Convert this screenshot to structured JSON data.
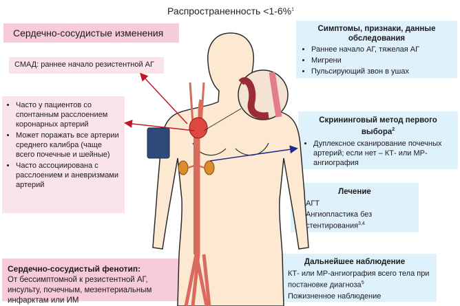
{
  "title": {
    "text": "Распространенность <1-6%",
    "sup": "1"
  },
  "cv_changes": {
    "label": "Сердечно-сосудистые изменения"
  },
  "smad": {
    "label": "СМАД: раннее начало резистентной АГ"
  },
  "left_list": {
    "items": [
      "Часто у пациентов со спонтанным расслоением коронарных артерий",
      "Может поражать все артерии среднего калибра (чаще всего почечные и шейные)",
      "Часто ассоциирована с расслоением и аневризмами артерий"
    ]
  },
  "phenotype": {
    "title": "Сердечно-сосудистый фенотип:",
    "text": "От бессимптомной к резистентной АГ, инсульту, почечным, мезентериальным инфарктам или ИМ"
  },
  "symptoms": {
    "title": "Симптомы, признаки, данные обследования",
    "items": [
      "Раннее начало АГ, тяжелая АГ",
      "Мигрени",
      "Пульсирующий звон в ушах"
    ]
  },
  "screening": {
    "title": "Скрининговый метод первого выбора",
    "title_sup": "2",
    "items": [
      "Дуплексное сканирование почечных артерий; если нет – КТ- или МР-ангиография"
    ]
  },
  "treatment": {
    "title": "Лечение",
    "item1": "АГТ",
    "item2": "Ангиопластика без стентирования",
    "item2_sup": "3,4"
  },
  "followup": {
    "title": "Дальнейшее наблюдение",
    "item1": "КТ- или МР-ангиография всего тела при постановке диагноза",
    "item1_sup": "5",
    "item2": "Пожизненное наблюдение"
  },
  "colors": {
    "pink_box": "#fbe3ea",
    "blue_box": "#dff1fb",
    "arrow_red": "#c0182a",
    "arrow_blue": "#1f2a8c",
    "body_skin": "#fde9d2",
    "artery": "#d96a5e",
    "cuff": "#2f4a78"
  }
}
